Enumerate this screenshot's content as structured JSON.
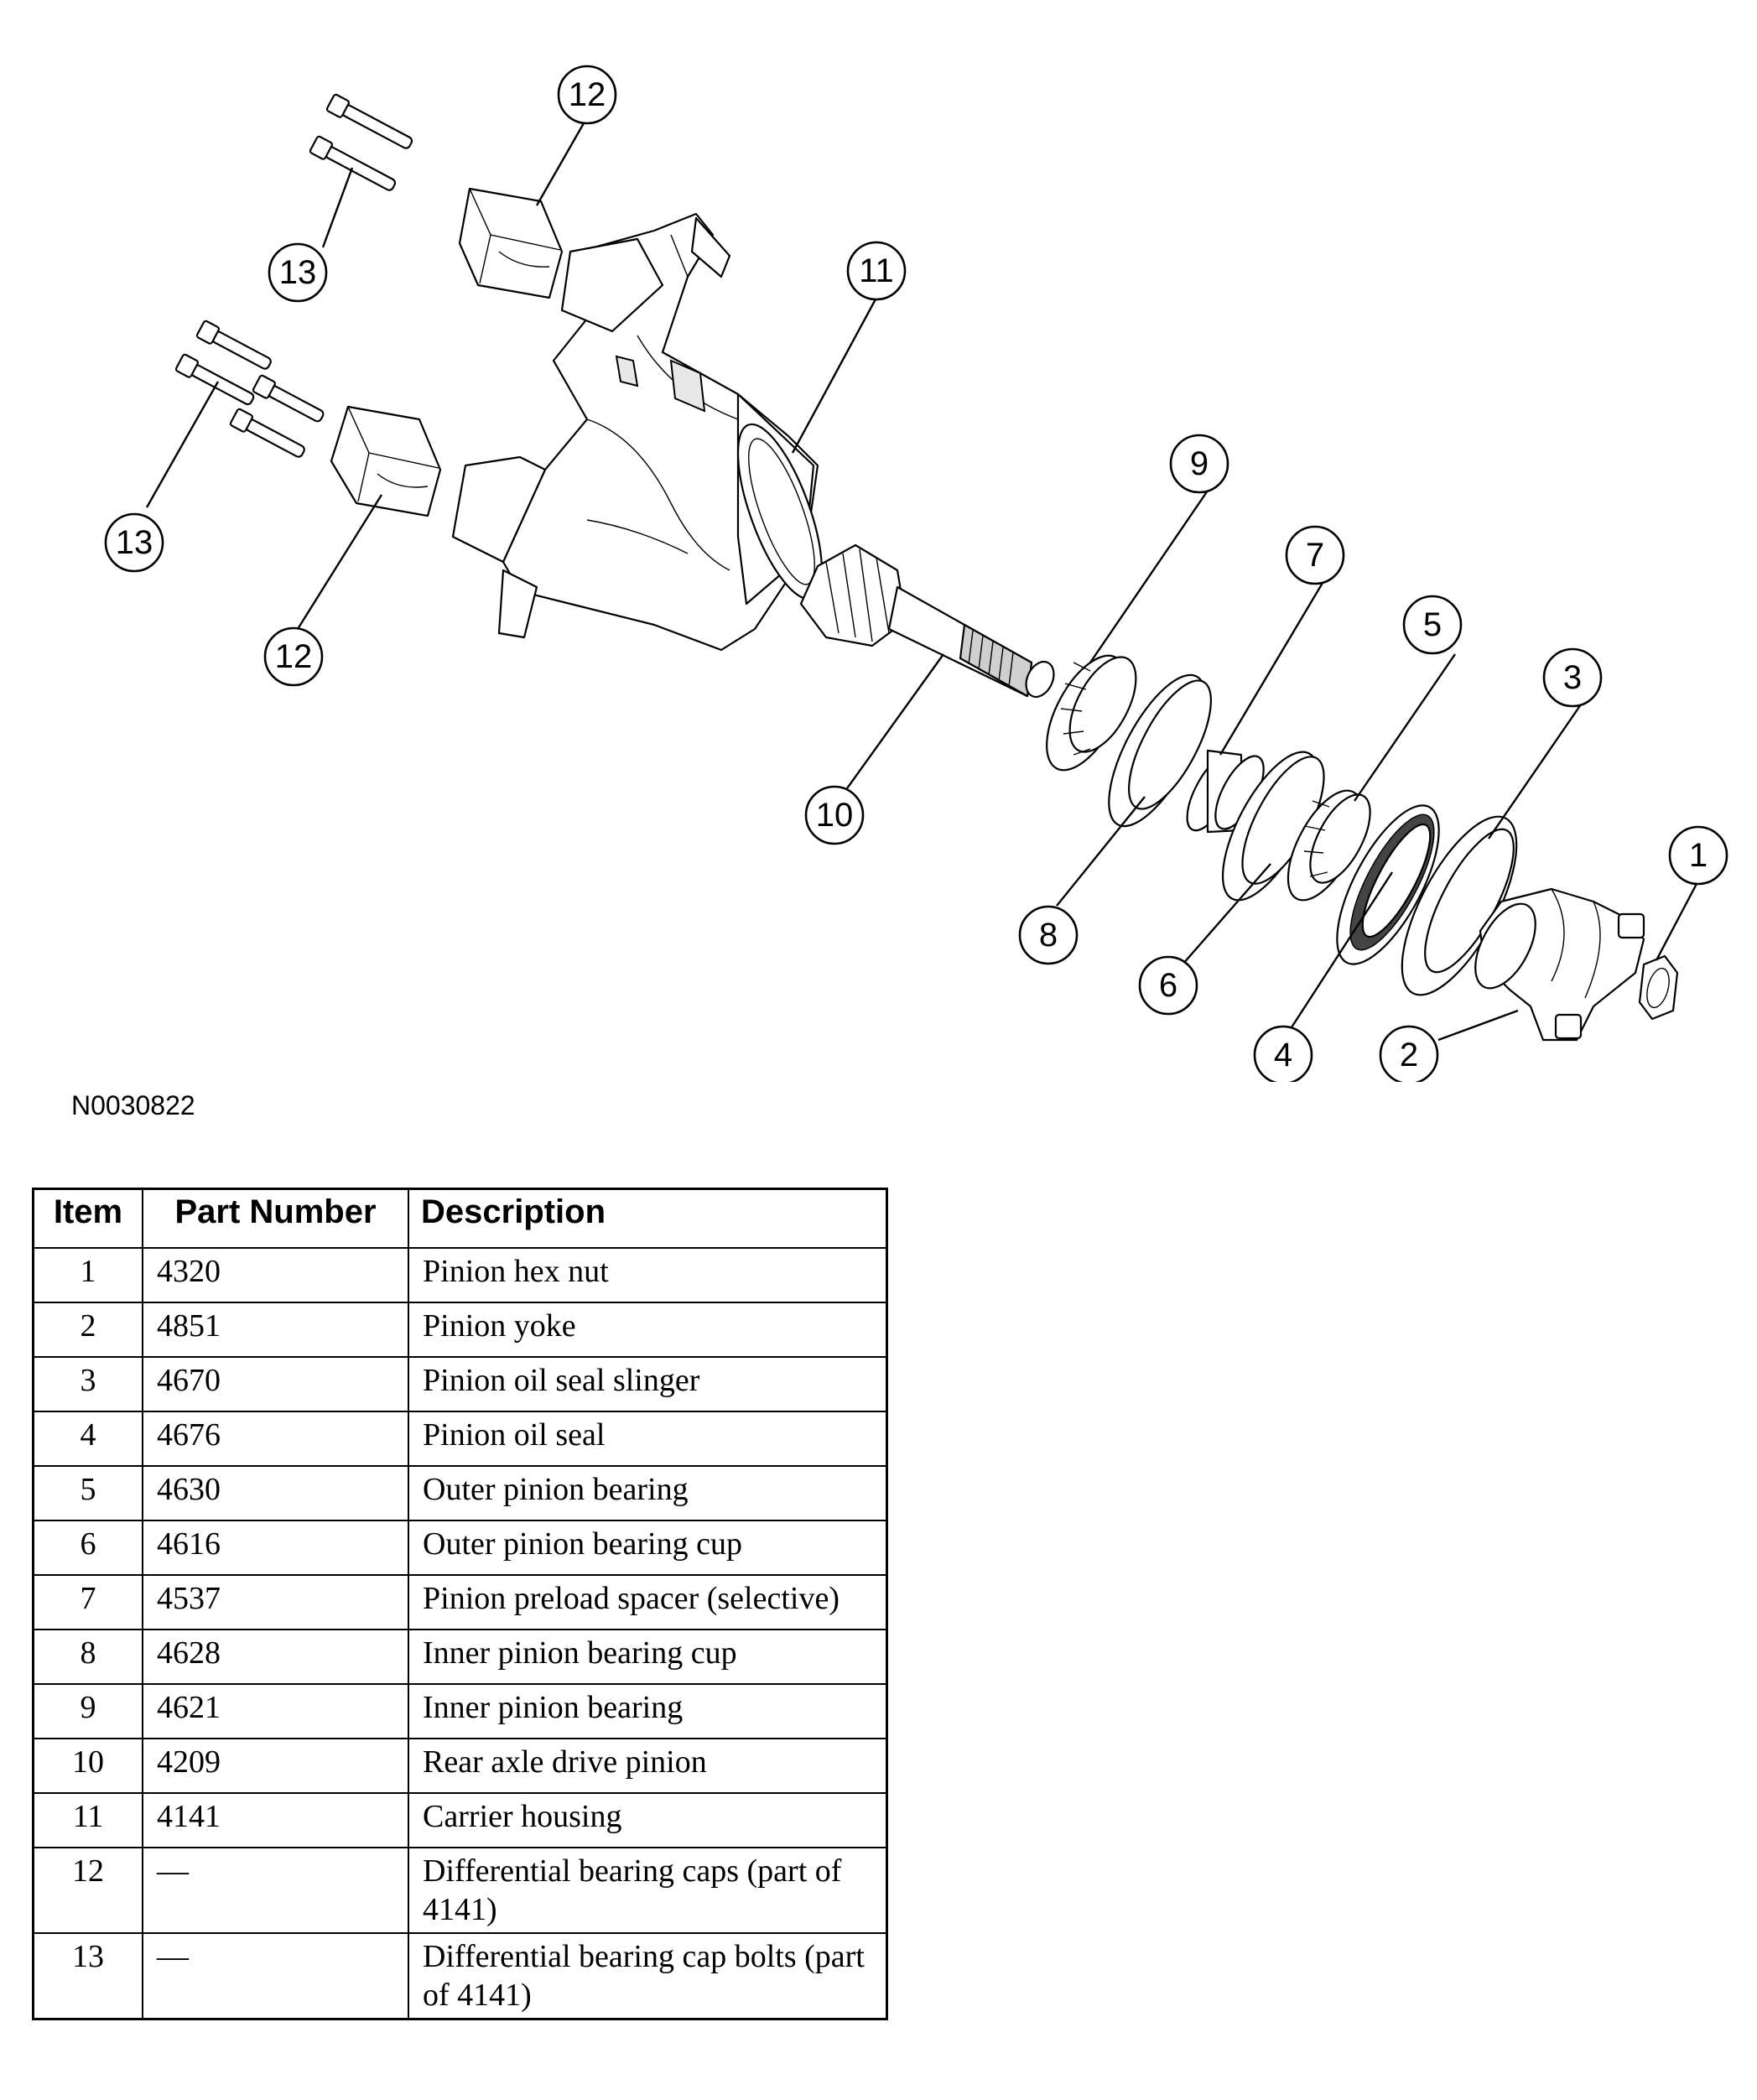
{
  "figure_id": "N0030822",
  "callouts": [
    "1",
    "2",
    "3",
    "4",
    "5",
    "6",
    "7",
    "8",
    "9",
    "10",
    "11",
    "12",
    "12",
    "13",
    "13"
  ],
  "table": {
    "headers": {
      "item": "Item",
      "part_number": "Part Number",
      "description": "Description"
    },
    "rows": [
      {
        "item": "1",
        "part_number": "4320",
        "description": "Pinion hex nut"
      },
      {
        "item": "2",
        "part_number": "4851",
        "description": "Pinion yoke"
      },
      {
        "item": "3",
        "part_number": "4670",
        "description": "Pinion oil seal slinger"
      },
      {
        "item": "4",
        "part_number": "4676",
        "description": "Pinion oil seal"
      },
      {
        "item": "5",
        "part_number": "4630",
        "description": "Outer pinion bearing"
      },
      {
        "item": "6",
        "part_number": "4616",
        "description": "Outer pinion bearing cup"
      },
      {
        "item": "7",
        "part_number": "4537",
        "description": "Pinion preload spacer (selective)"
      },
      {
        "item": "8",
        "part_number": "4628",
        "description": "Inner pinion bearing cup"
      },
      {
        "item": "9",
        "part_number": "4621",
        "description": "Inner pinion bearing"
      },
      {
        "item": "10",
        "part_number": "4209",
        "description": "Rear axle drive pinion"
      },
      {
        "item": "11",
        "part_number": "4141",
        "description": "Carrier housing"
      },
      {
        "item": "12",
        "part_number": "—",
        "description": "Differential bearing caps (part of 4141)"
      },
      {
        "item": "13",
        "part_number": "—",
        "description": "Differential bearing cap bolts (part of 4141)"
      }
    ]
  }
}
